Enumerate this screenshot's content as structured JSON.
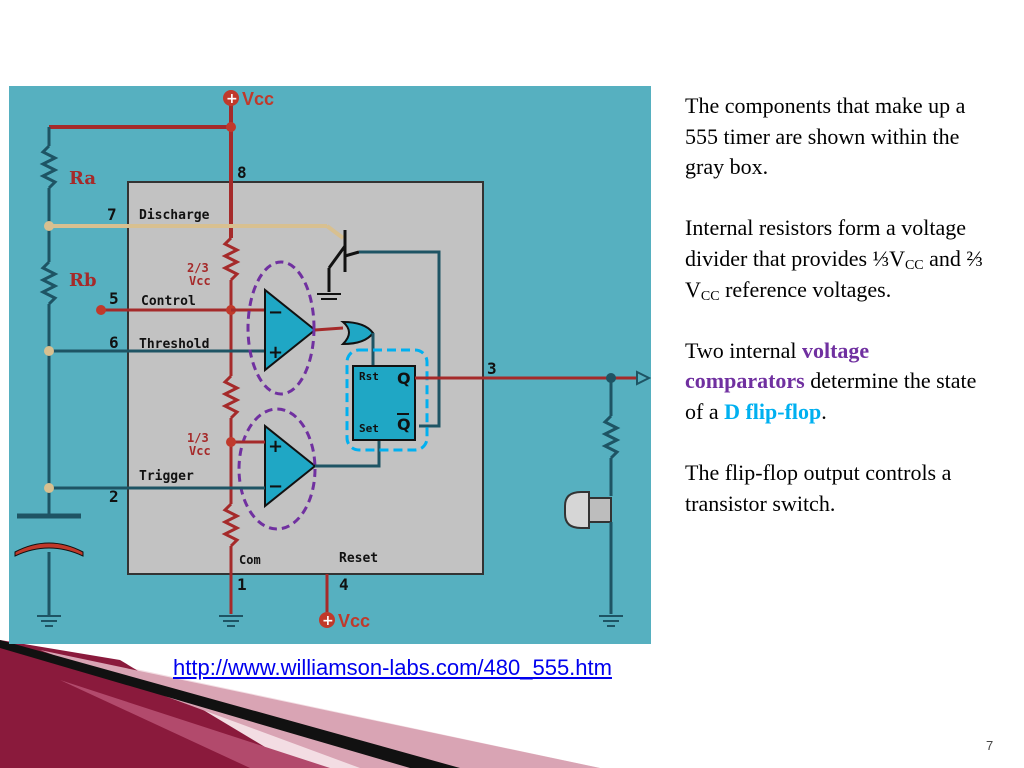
{
  "diagram": {
    "vcc_top": "Vcc",
    "vcc_bottom": "Vcc",
    "ra": "Ra",
    "rb": "Rb",
    "pins": {
      "p8": "8",
      "p7": "7",
      "p5": "5",
      "p6": "6",
      "p2": "2",
      "p1": "1",
      "p4": "4",
      "p3": "3"
    },
    "labels": {
      "discharge": "Discharge",
      "control": "Control",
      "threshold": "Threshold",
      "trigger": "Trigger",
      "com": "Com",
      "reset": "Reset",
      "two_thirds_frac": "2/3",
      "two_thirds_vcc": "Vcc",
      "one_third_frac": "1/3",
      "one_third_vcc": "Vcc",
      "rst": "Rst",
      "set": "Set",
      "q": "Q",
      "q_bar": "Q",
      "minus": "−",
      "plus": "+"
    },
    "colors": {
      "background": "#56b0c0",
      "timer_box": "#c0c0c0",
      "vcc_wire": "#b22222",
      "wire_dark": "#1e5464",
      "comparator_fill": "#1fa7c5",
      "comparator_ring": "#7030a0",
      "flipflop_ring": "#00b0f0"
    }
  },
  "notes": {
    "p1": "The components that make up a 555 timer are shown within the gray box.",
    "p2_a": "Internal resistors form a voltage divider that provides ⅓V",
    "p2_sub1": "CC",
    "p2_b": " and ⅔ V",
    "p2_sub2": "CC",
    "p2_c": " reference voltages.",
    "p3_a": "Two internal ",
    "p3_highlight1": "voltage comparators",
    "p3_b": " determine the state of a ",
    "p3_highlight2": "D flip-flop",
    "p3_c": ".",
    "p4": "The flip-flop output controls a transistor switch."
  },
  "source_link": "http://www.williamson-labs.com/480_555.htm",
  "slide_number": "7"
}
